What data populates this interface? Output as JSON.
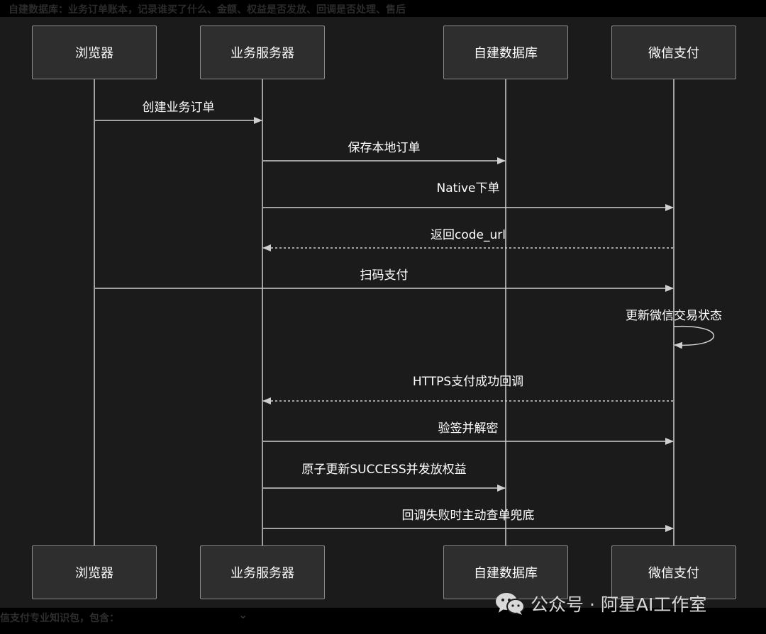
{
  "top_caption": "自建数据库：业务订单账本，记录谁买了什么、金额、权益是否发放、回调是否处理、售后",
  "bottom_caption": "信支付专业知识包，包含：",
  "watermark": {
    "text": "公众号 · 阿星AI工作室",
    "icon": "wechat-icon"
  },
  "participants": [
    {
      "id": "browser",
      "label": "浏览器"
    },
    {
      "id": "server",
      "label": "业务服务器"
    },
    {
      "id": "db",
      "label": "自建数据库"
    },
    {
      "id": "wechat",
      "label": "微信支付"
    }
  ],
  "messages": [
    {
      "from": "browser",
      "to": "server",
      "label": "创建业务订单",
      "style": "solid"
    },
    {
      "from": "server",
      "to": "db",
      "label": "保存本地订单",
      "style": "solid"
    },
    {
      "from": "server",
      "to": "wechat",
      "label": "Native下单",
      "style": "solid"
    },
    {
      "from": "wechat",
      "to": "server",
      "label": "返回code_url",
      "style": "dashed"
    },
    {
      "from": "browser",
      "to": "wechat",
      "label": "扫码支付",
      "style": "solid"
    },
    {
      "from": "wechat",
      "to": "wechat",
      "label": "更新微信交易状态",
      "style": "solid"
    },
    {
      "from": "wechat",
      "to": "server",
      "label": "HTTPS支付成功回调",
      "style": "dashed"
    },
    {
      "from": "server",
      "to": "wechat",
      "label": "验签并解密",
      "style": "solid"
    },
    {
      "from": "server",
      "to": "db",
      "label": "原子更新SUCCESS并发放权益",
      "style": "solid"
    },
    {
      "from": "server",
      "to": "wechat",
      "label": "回调失败时主动查单兜底",
      "style": "solid"
    }
  ],
  "colors": {
    "background": "#1b1b1b",
    "box_fill": "#2e2e2e",
    "box_border": "#8a8a8a",
    "line": "#cfcfcf",
    "text": "#ffffff"
  }
}
